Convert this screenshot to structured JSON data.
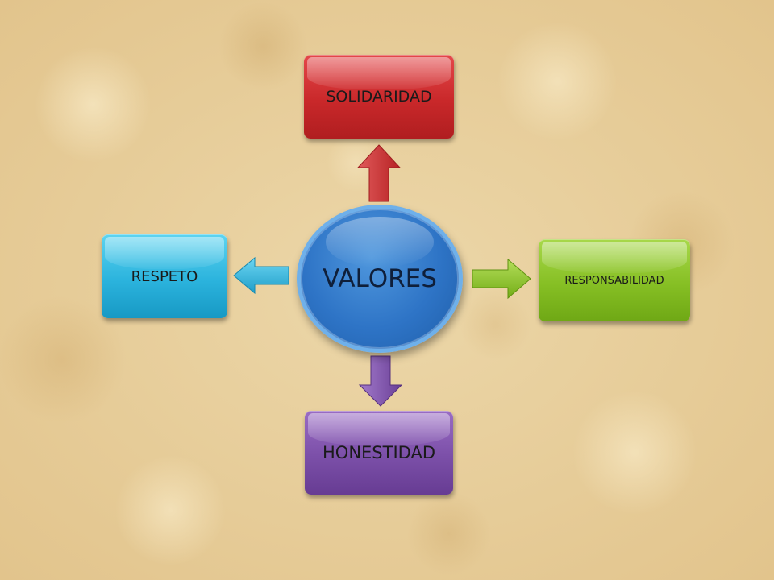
{
  "center": {
    "label": "VALORES",
    "color": "#2e74c6"
  },
  "nodes": {
    "top": {
      "label": "SOLIDARIDAD",
      "color": "#c9282a"
    },
    "left": {
      "label": "RESPETO",
      "color": "#2bb3dd"
    },
    "right": {
      "label": "RESPONSABILIDAD",
      "color": "#86bf24"
    },
    "bottom": {
      "label": "HONESTIDAD",
      "color": "#7b4fa8"
    }
  },
  "arrows": {
    "top": {
      "direction": "up",
      "color": "#c9282a"
    },
    "left": {
      "direction": "left",
      "color": "#2bb3dd"
    },
    "right": {
      "direction": "right",
      "color": "#86bf24"
    },
    "bottom": {
      "direction": "down",
      "color": "#7b4fa8"
    }
  }
}
